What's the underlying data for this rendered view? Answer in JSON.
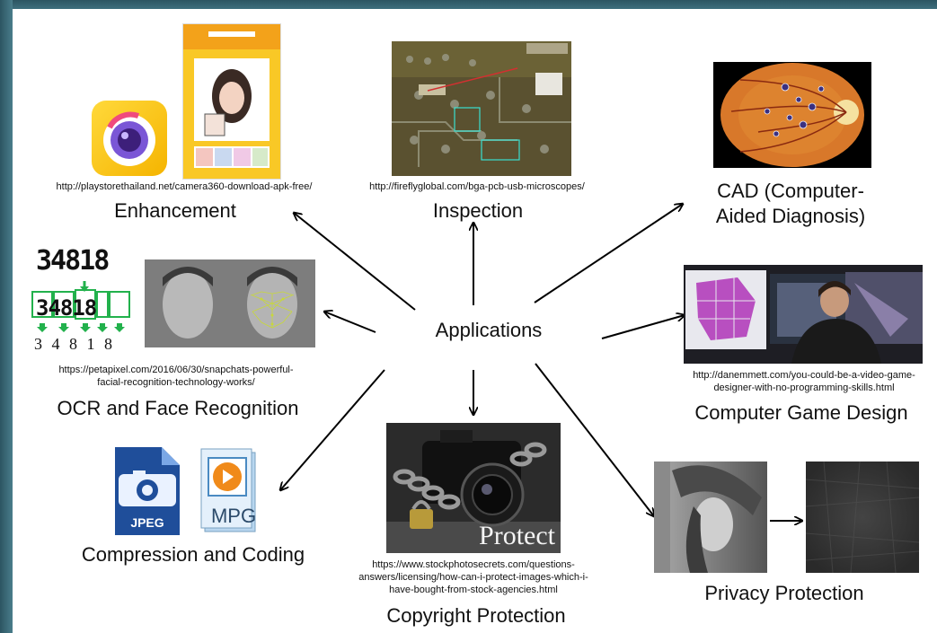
{
  "center": "Applications",
  "categories": {
    "enhancement": {
      "label": "Enhancement",
      "url": "http://playstorethailand.net/camera360-download-apk-free/"
    },
    "inspection": {
      "label": "Inspection",
      "url": "http://fireflyglobal.com/bga-pcb-usb-microscopes/"
    },
    "cad": {
      "label": "CAD (Computer-\nAided Diagnosis)"
    },
    "ocr": {
      "label": "OCR and Face Recognition",
      "url": "https://petapixel.com/2016/06/30/snapchats-powerful-\nfacial-recognition-technology-works/",
      "digits_top": "34818",
      "digits_bottom": "3 4 8 1 8"
    },
    "game": {
      "label": "Computer Game Design",
      "url": "http://danemmett.com/you-could-be-a-video-game-\ndesigner-with-no-programming-skills.html"
    },
    "compression": {
      "label": "Compression and Coding",
      "icon_jpeg": "JPEG",
      "icon_mpg": "MPG"
    },
    "copyright": {
      "label": "Copyright Protection",
      "url": "https://www.stockphotosecrets.com/questions-\nanswers/licensing/how-can-i-protect-images-which-i-\nhave-bought-from-stock-agencies.html",
      "watermark": "Protect"
    },
    "privacy": {
      "label": "Privacy Protection"
    }
  },
  "colors": {
    "background": "#3e6f7d",
    "slide": "#ffffff",
    "arrow": "#000000",
    "text": "#111111"
  }
}
